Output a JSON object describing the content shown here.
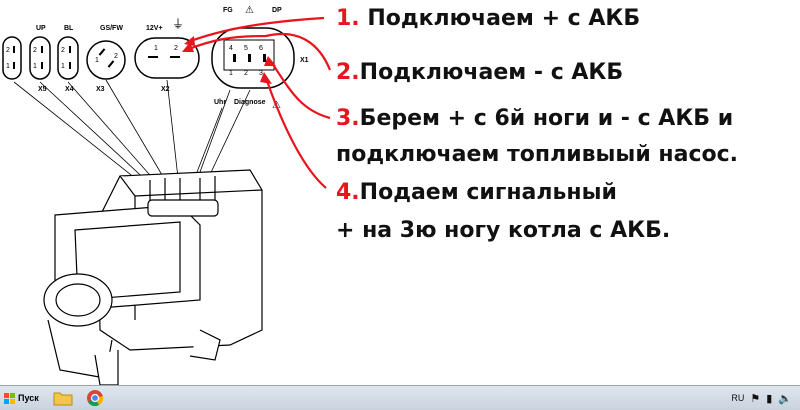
{
  "connectors": {
    "x5": {
      "name": "X5",
      "top": "",
      "pin1": "1",
      "pin2": "2"
    },
    "x4": {
      "name": "X4",
      "top": "UP",
      "pin1": "1",
      "pin2": "2"
    },
    "x3": {
      "name": "X3",
      "top": "BL",
      "pin1": "1",
      "pin2": "2"
    },
    "x3b": {
      "top": "GS/FW",
      "pin1": "1",
      "pin2": "2"
    },
    "x2": {
      "name": "X2",
      "top": "12V+",
      "pin1": "1",
      "pin2": "2"
    },
    "x1": {
      "name": "X1",
      "top_fg": "FG",
      "top_dp": "DP",
      "pins_top": [
        "4",
        "5",
        "6"
      ],
      "pins_bottom": [
        "1",
        "2",
        "3"
      ],
      "label_uhr": "Uhr",
      "label_diag": "Diagnose"
    }
  },
  "steps": [
    {
      "num": "1.",
      "text": " Подключаем + с АКБ"
    },
    {
      "num": "2.",
      "text": "Подключаем - с АКБ"
    },
    {
      "num": "3.",
      "text": "Берем + с 6й ноги и - с АКБ и"
    },
    {
      "num": "",
      "text": "подключаем топливыый насос."
    },
    {
      "num": "4.",
      "text": "Подаем сигнальный"
    },
    {
      "num": "",
      "text": "+ на 3ю ногу котла с АКБ."
    }
  ],
  "colors": {
    "accent": "#e8141e",
    "line": "#000000"
  },
  "taskbar": {
    "start_label": "Пуск",
    "lang": "RU",
    "icons": [
      "start-flag-icon",
      "folder-icon",
      "chrome-icon",
      "flag-tray-icon",
      "network-icon",
      "speaker-icon"
    ]
  }
}
